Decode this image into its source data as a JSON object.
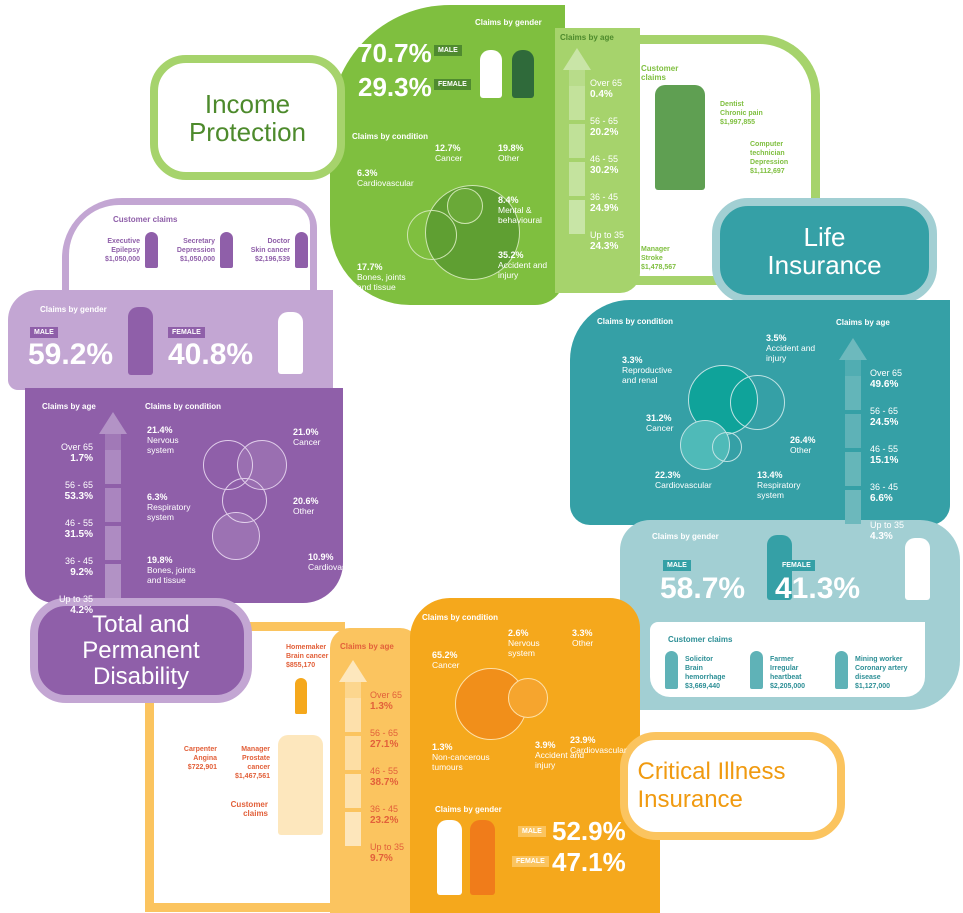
{
  "income": {
    "title": "Income Protection",
    "colors": {
      "main": "#7fbf3f",
      "light": "#a6d36c",
      "dark": "#4f8a2f"
    },
    "gender": {
      "heading": "Claims by gender",
      "male_pct": "70.7%",
      "male_label": "MALE",
      "female_pct": "29.3%",
      "female_label": "FEMALE"
    },
    "conditions_heading": "Claims by condition",
    "conditions": [
      {
        "pct": "12.7%",
        "label": "Cancer"
      },
      {
        "pct": "19.8%",
        "label": "Other"
      },
      {
        "pct": "6.3%",
        "label": "Cardiovascular"
      },
      {
        "pct": "8.4%",
        "label": "Mental & behavioural"
      },
      {
        "pct": "17.7%",
        "label": "Bones, joints and tissue"
      },
      {
        "pct": "35.2%",
        "label": "Accident and injury"
      }
    ],
    "age_heading": "Claims by age",
    "ages": [
      {
        "range": "Over 65",
        "pct": "0.4%"
      },
      {
        "range": "56 - 65",
        "pct": "20.2%"
      },
      {
        "range": "46 - 55",
        "pct": "30.2%"
      },
      {
        "range": "36 - 45",
        "pct": "24.9%"
      },
      {
        "range": "Up to 35",
        "pct": "24.3%"
      }
    ],
    "claims_heading": "Customer claims",
    "claims": [
      {
        "job": "Dentist",
        "condition": "Chronic pain",
        "amount": "$1,997,855"
      },
      {
        "job": "Computer technician",
        "condition": "Depression",
        "amount": "$1,112,697"
      },
      {
        "job": "Manager",
        "condition": "Stroke",
        "amount": "$1,478,567"
      }
    ]
  },
  "life": {
    "title": "Life Insurance",
    "colors": {
      "main": "#35a0a6",
      "light": "#a2cfd3"
    },
    "conditions_heading": "Claims by condition",
    "conditions": [
      {
        "pct": "3.3%",
        "label": "Reproductive and renal"
      },
      {
        "pct": "3.5%",
        "label": "Accident and injury"
      },
      {
        "pct": "31.2%",
        "label": "Cancer"
      },
      {
        "pct": "26.4%",
        "label": "Other"
      },
      {
        "pct": "22.3%",
        "label": "Cardiovascular"
      },
      {
        "pct": "13.4%",
        "label": "Respiratory system"
      }
    ],
    "age_heading": "Claims by age",
    "ages": [
      {
        "range": "Over 65",
        "pct": "49.6%"
      },
      {
        "range": "56 - 65",
        "pct": "24.5%"
      },
      {
        "range": "46 - 55",
        "pct": "15.1%"
      },
      {
        "range": "36 - 45",
        "pct": "6.6%"
      },
      {
        "range": "Up to 35",
        "pct": "4.3%"
      }
    ],
    "gender": {
      "heading": "Claims by gender",
      "male_pct": "58.7%",
      "male_label": "MALE",
      "female_pct": "41.3%",
      "female_label": "FEMALE"
    },
    "claims_heading": "Customer claims",
    "claims": [
      {
        "job": "Solicitor",
        "condition": "Brain hemorrhage",
        "amount": "$3,669,440"
      },
      {
        "job": "Farmer",
        "condition": "Irregular heartbeat",
        "amount": "$2,205,000"
      },
      {
        "job": "Mining worker",
        "condition": "Coronary artery disease",
        "amount": "$1,127,000"
      }
    ]
  },
  "critical": {
    "title": "Critical Illness Insurance",
    "colors": {
      "main": "#f5a81c",
      "light": "#fbc45f",
      "text": "#e2603a"
    },
    "conditions_heading": "Claims by condition",
    "conditions": [
      {
        "pct": "65.2%",
        "label": "Cancer"
      },
      {
        "pct": "2.6%",
        "label": "Nervous system"
      },
      {
        "pct": "3.3%",
        "label": "Other"
      },
      {
        "pct": "23.9%",
        "label": "Cardiovascular"
      },
      {
        "pct": "1.3%",
        "label": "Non-cancerous tumours"
      },
      {
        "pct": "3.9%",
        "label": "Accident and injury"
      }
    ],
    "age_heading": "Claims by age",
    "ages": [
      {
        "range": "Over 65",
        "pct": "1.3%"
      },
      {
        "range": "56 - 65",
        "pct": "27.1%"
      },
      {
        "range": "46 - 55",
        "pct": "38.7%"
      },
      {
        "range": "36 - 45",
        "pct": "23.2%"
      },
      {
        "range": "Up to 35",
        "pct": "9.7%"
      }
    ],
    "gender": {
      "heading": "Claims by gender",
      "male_pct": "52.9%",
      "male_label": "MALE",
      "female_pct": "47.1%",
      "female_label": "FEMALE"
    },
    "claims_heading": "Customer claims",
    "claims": [
      {
        "job": "Homemaker",
        "condition": "Brain cancer",
        "amount": "$855,170"
      },
      {
        "job": "Carpenter",
        "condition": "Angina",
        "amount": "$722,901"
      },
      {
        "job": "Manager",
        "condition": "Prostate cancer",
        "amount": "$1,467,561"
      }
    ]
  },
  "tpd": {
    "title": "Total and Permanent Disability",
    "colors": {
      "main": "#8f5fa9",
      "light": "#c3a6d3"
    },
    "claims_heading": "Customer claims",
    "claims": [
      {
        "job": "Executive",
        "condition": "Epilepsy",
        "amount": "$1,050,000"
      },
      {
        "job": "Secretary",
        "condition": "Depression",
        "amount": "$1,050,000"
      },
      {
        "job": "Doctor",
        "condition": "Skin cancer",
        "amount": "$2,196,539"
      }
    ],
    "gender": {
      "heading": "Claims by gender",
      "male_pct": "59.2%",
      "male_label": "MALE",
      "female_pct": "40.8%",
      "female_label": "FEMALE"
    },
    "age_heading": "Claims by age",
    "ages": [
      {
        "range": "Over 65",
        "pct": "1.7%"
      },
      {
        "range": "56 - 65",
        "pct": "53.3%"
      },
      {
        "range": "46 - 55",
        "pct": "31.5%"
      },
      {
        "range": "36 - 45",
        "pct": "9.2%"
      },
      {
        "range": "Up to 35",
        "pct": "4.2%"
      }
    ],
    "conditions_heading": "Claims by condition",
    "conditions": [
      {
        "pct": "21.4%",
        "label": "Nervous system"
      },
      {
        "pct": "21.0%",
        "label": "Cancer"
      },
      {
        "pct": "6.3%",
        "label": "Respiratory system"
      },
      {
        "pct": "20.6%",
        "label": "Other"
      },
      {
        "pct": "19.8%",
        "label": "Bones, joints and tissue"
      },
      {
        "pct": "10.9%",
        "label": "Cardiovascular"
      }
    ]
  }
}
